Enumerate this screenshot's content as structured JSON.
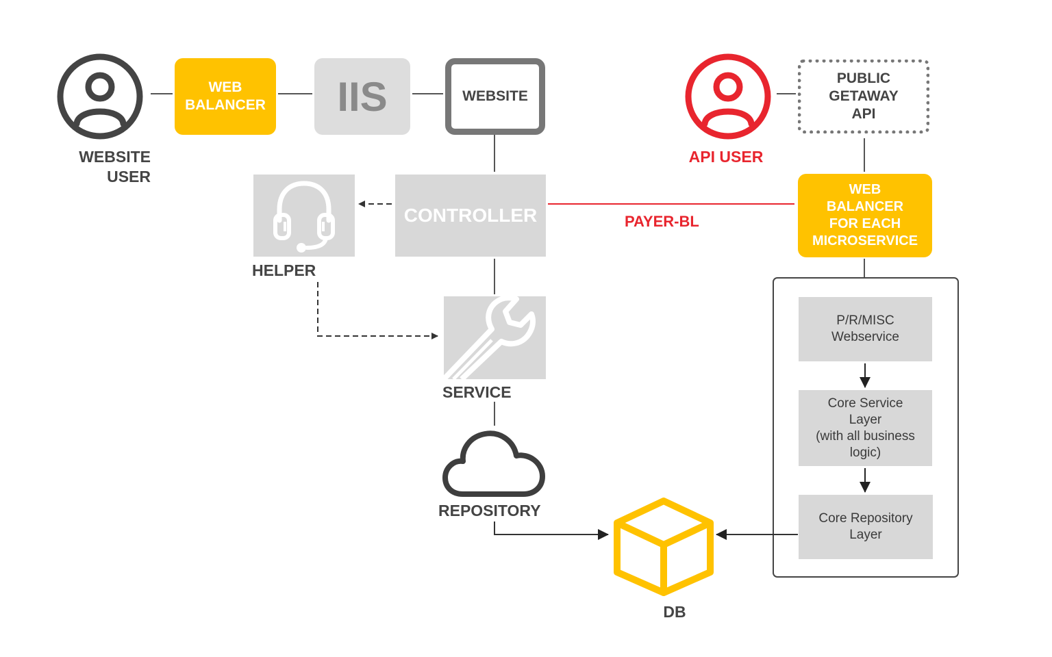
{
  "nodes": {
    "website_user_label": "WEBSITE\nUSER",
    "web_balancer": "WEB\nBALANCER",
    "iis": "IIS",
    "website": "WEBSITE",
    "api_user_label": "API USER",
    "public_gateway": "PUBLIC\nGETAWAY\nAPI",
    "controller": "CONTROLLER",
    "payer_bl": "PAYER-BL",
    "web_balancer_micro": "WEB\nBALANCER\nFOR EACH\nMICROSERVICE",
    "helper_label": "HELPER",
    "service_label": "SERVICE",
    "repository_label": "REPOSITORY",
    "db_label": "DB",
    "prmisc": "P/R/MISC\nWebservice",
    "core_service": "Core Service\nLayer\n(with all business\nlogic)",
    "core_repository": "Core Repository\nLayer"
  },
  "icons": {
    "website_user": "user-icon",
    "api_user": "user-icon",
    "helper": "headset-icon",
    "service": "wrench-icon",
    "repository": "cloud-icon",
    "db": "cube-icon"
  },
  "colors": {
    "yellow": "#ffc200",
    "red": "#e8252e",
    "dark": "#444444",
    "gray_box": "#d8d8d8",
    "iis_text": "#8a8a8a",
    "line": "#555555"
  }
}
